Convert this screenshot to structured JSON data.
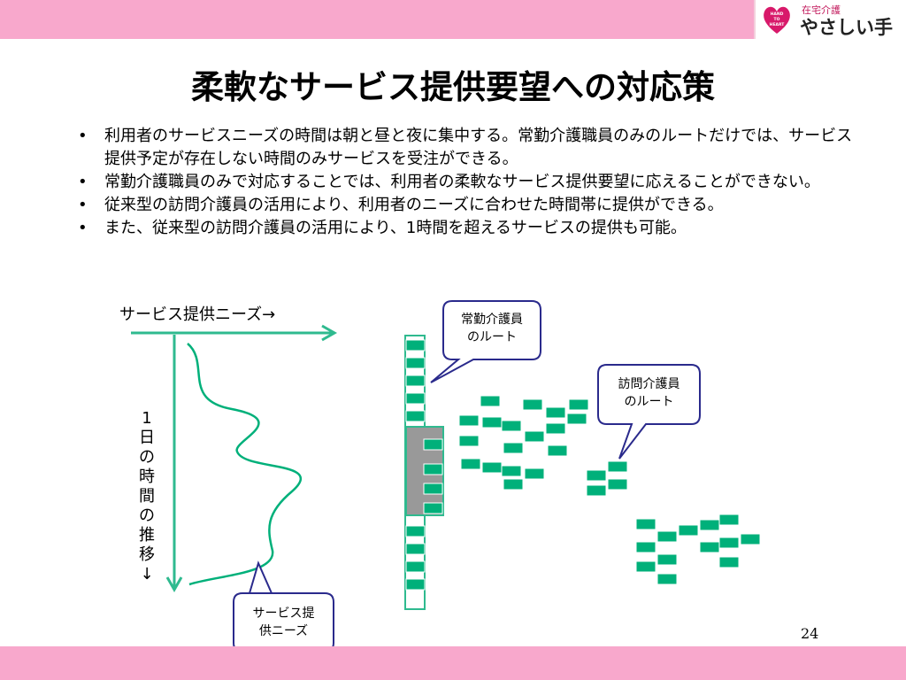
{
  "logo": {
    "subtitle": "在宅介護",
    "name": "やさしい手",
    "mark_text": "HAND TO HEART"
  },
  "slide": {
    "title": "柔軟なサービス提供要望への対応策",
    "bullet_glyph": "•",
    "bullets": [
      "利用者のサービスニーズの時間は朝と昼と夜に集中する。常勤介護職員のみのルートだけでは、サービス提供予定が存在しない時間のみサービスを受注ができる。",
      "常勤介護職員のみで対応することでは、利用者の柔軟なサービス提供要望に応えることができない。",
      "従来型の訪問介護員の活用により、利用者のニーズに合わせた時間帯に提供ができる。",
      "また、従来型の訪問介護員の活用により、1時間を超えるサービスの提供も可能。"
    ],
    "page_number": "24"
  },
  "diagram": {
    "needs_axis_label": "サービス提供ニーズ→",
    "time_axis_label": [
      "1",
      "日",
      "の",
      "時",
      "間",
      "の",
      "推",
      "移",
      "↓"
    ],
    "callout_fulltime": [
      "常勤介護員",
      "のルート"
    ],
    "callout_visiting": [
      "訪問介護員",
      "のルート"
    ],
    "callout_needs": [
      "サービス提",
      "供ニーズ"
    ],
    "colors": {
      "accent_pink": "#f8a8cc",
      "block_green": "#00b07a",
      "arrow_green": "#2fba8f",
      "callout_border": "#2a2a8c",
      "gray_fill": "#999999"
    }
  }
}
